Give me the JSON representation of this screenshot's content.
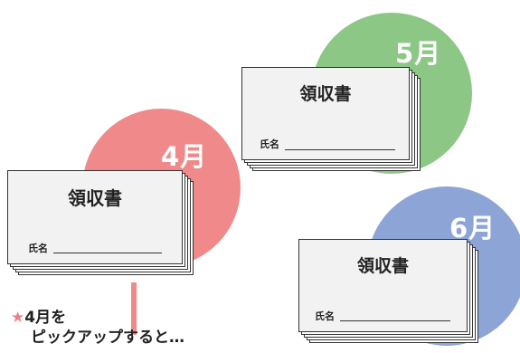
{
  "colors": {
    "april": "#f08a8a",
    "may": "#8cc785",
    "june": "#8da5d6",
    "star": "#f08080",
    "card_face": "#f2f2f2",
    "card_border": "#333333",
    "text": "#222222"
  },
  "months": {
    "april": "4月",
    "may": "5月",
    "june": "6月"
  },
  "receipt": {
    "title": "領収書",
    "name_label": "氏名"
  },
  "caption": {
    "star": "★",
    "line1": "4月を",
    "line2": "ピックアップすると…"
  }
}
